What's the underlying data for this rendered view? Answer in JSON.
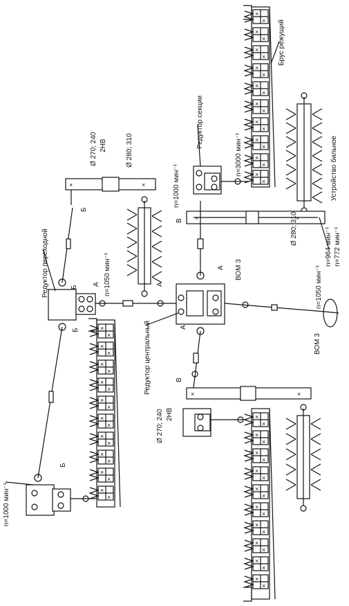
{
  "labels": {
    "brus_rezhushchiy": "Брус режущий",
    "reduktor_sektsii": "Редуктор секции",
    "ustroystvo_bilnoe": "Устройство бильное",
    "reduktor_perekhodnoy": "Редуктор переходной",
    "reduktor_tsentralnyy": "Редуктор центральный",
    "vom3_top": "ВОМ 3",
    "vom3_bottom": "ВОМ 3",
    "n3000": "n=3000 мин⁻¹",
    "n1000_sec": "n=1000 мин⁻¹",
    "n1000_left": "n=1000 мин⁻¹",
    "n1050_mid": "n=1050 мин⁻¹",
    "n1050_right": "n=1050 мин⁻¹",
    "n964": "n=964 мин⁻¹",
    "n772": "n=772 мин⁻¹",
    "d270_top": "Ø 270; 240",
    "hb2_top": "2HB",
    "d280_top": "Ø 280; 310",
    "d280_right": "Ø 280; 310",
    "d270_bottom": "Ø 270; 240",
    "hb2_bottom": "2HB",
    "letter_A1": "А",
    "letter_A2": "А",
    "letter_A3": "А",
    "letter_A4": "А",
    "letter_B1": "Б",
    "letter_B2": "Б",
    "letter_B3": "Б",
    "letter_B4": "Б",
    "letter_V1": "В",
    "letter_V2": "В"
  }
}
